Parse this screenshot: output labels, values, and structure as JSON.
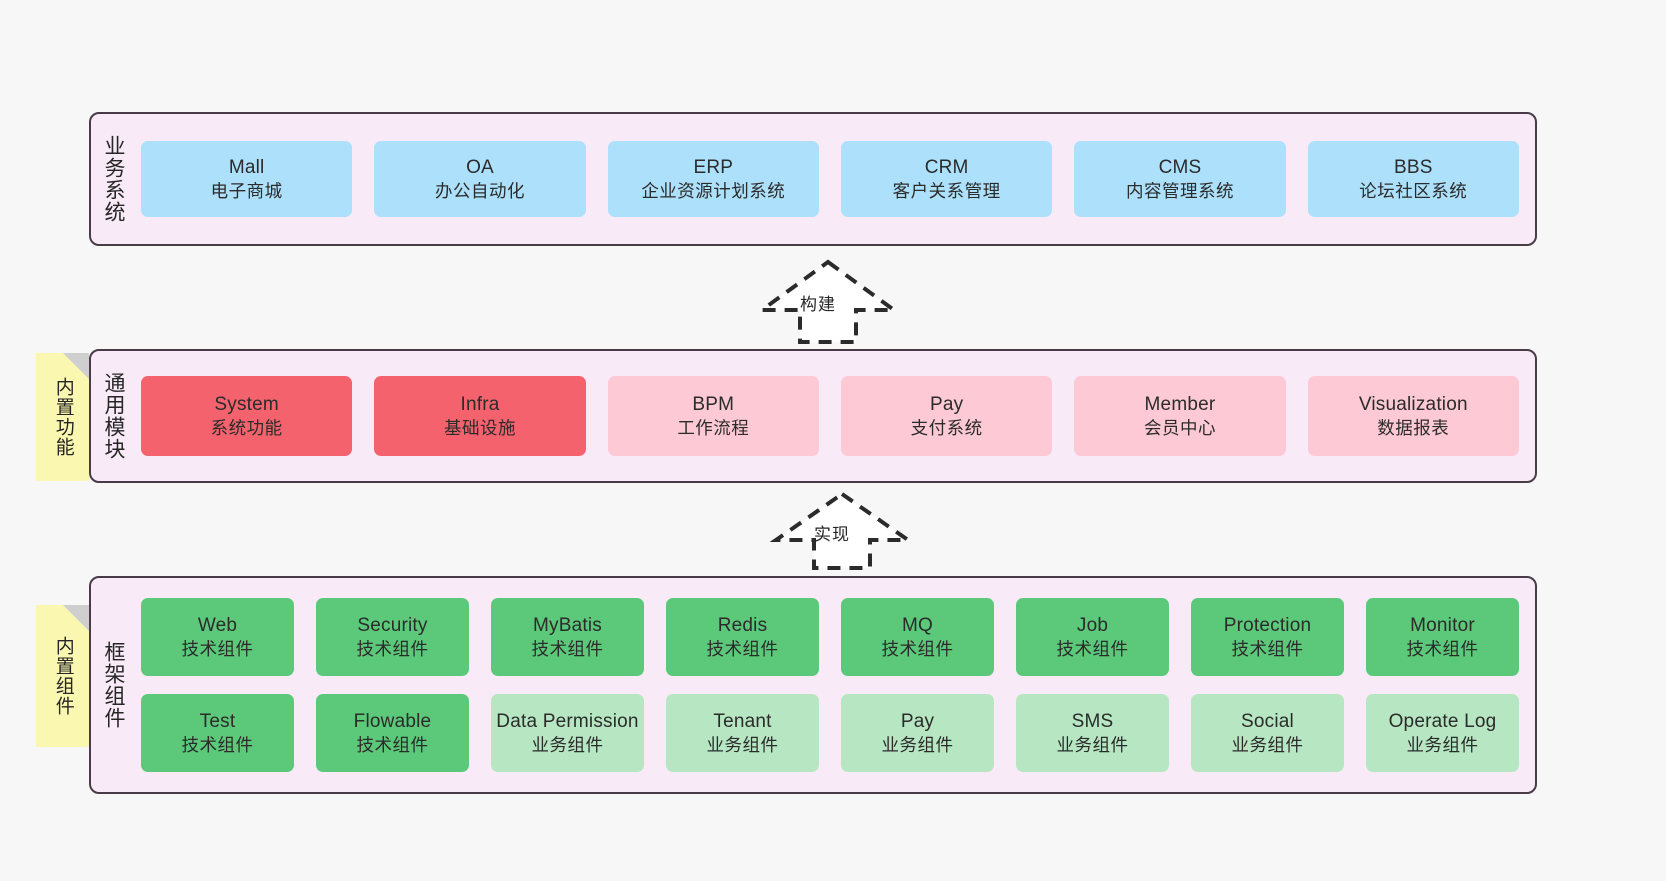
{
  "page": {
    "background_color": "#f7f7f7",
    "title": "Architecture layers diagram"
  },
  "colors": {
    "band_fill": "#f8eaf6",
    "band_border": "#4a3c47",
    "blue": "#ade0fb",
    "red": "#f4636d",
    "pink": "#fcc9d4",
    "green": "#5cc97a",
    "green_light": "#b7e7c2",
    "sticky_yellow": "#faf8b0",
    "sticky_fold": "#cfcfcf"
  },
  "bands": [
    {
      "id": "business",
      "label": "业务系统",
      "rows": [
        [
          {
            "en": "Mall",
            "cn": "电子商城",
            "color": "blue"
          },
          {
            "en": "OA",
            "cn": "办公自动化",
            "color": "blue"
          },
          {
            "en": "ERP",
            "cn": "企业资源计划系统",
            "color": "blue"
          },
          {
            "en": "CRM",
            "cn": "客户关系管理",
            "color": "blue"
          },
          {
            "en": "CMS",
            "cn": "内容管理系统",
            "color": "blue"
          },
          {
            "en": "BBS",
            "cn": "论坛社区系统",
            "color": "blue"
          }
        ]
      ]
    },
    {
      "id": "common",
      "label": "通用模块",
      "sticky": "内置功能",
      "rows": [
        [
          {
            "en": "System",
            "cn": "系统功能",
            "color": "red"
          },
          {
            "en": "Infra",
            "cn": "基础设施",
            "color": "red"
          },
          {
            "en": "BPM",
            "cn": "工作流程",
            "color": "pink"
          },
          {
            "en": "Pay",
            "cn": "支付系统",
            "color": "pink"
          },
          {
            "en": "Member",
            "cn": "会员中心",
            "color": "pink"
          },
          {
            "en": "Visualization",
            "cn": "数据报表",
            "color": "pink"
          }
        ]
      ]
    },
    {
      "id": "framework",
      "label": "框架组件",
      "sticky": "内置组件",
      "rows": [
        [
          {
            "en": "Web",
            "cn": "技术组件",
            "color": "green"
          },
          {
            "en": "Security",
            "cn": "技术组件",
            "color": "green"
          },
          {
            "en": "MyBatis",
            "cn": "技术组件",
            "color": "green"
          },
          {
            "en": "Redis",
            "cn": "技术组件",
            "color": "green"
          },
          {
            "en": "MQ",
            "cn": "技术组件",
            "color": "green"
          },
          {
            "en": "Job",
            "cn": "技术组件",
            "color": "green"
          },
          {
            "en": "Protection",
            "cn": "技术组件",
            "color": "green"
          },
          {
            "en": "Monitor",
            "cn": "技术组件",
            "color": "green"
          }
        ],
        [
          {
            "en": "Test",
            "cn": "技术组件",
            "color": "green"
          },
          {
            "en": "Flowable",
            "cn": "技术组件",
            "color": "green"
          },
          {
            "en": "Data Permission",
            "cn": "业务组件",
            "color": "green_light"
          },
          {
            "en": "Tenant",
            "cn": "业务组件",
            "color": "green_light"
          },
          {
            "en": "Pay",
            "cn": "业务组件",
            "color": "green_light"
          },
          {
            "en": "SMS",
            "cn": "业务组件",
            "color": "green_light"
          },
          {
            "en": "Social",
            "cn": "业务组件",
            "color": "green_light"
          },
          {
            "en": "Operate Log",
            "cn": "业务组件",
            "color": "green_light"
          }
        ]
      ]
    }
  ],
  "arrows": [
    {
      "id": "build",
      "label": "构建",
      "direction": "up",
      "style": "dashed-hollow",
      "from": "通用模块",
      "to": "业务系统"
    },
    {
      "id": "implement",
      "label": "实现",
      "direction": "up",
      "style": "dashed-hollow",
      "from": "框架组件",
      "to": "通用模块"
    }
  ]
}
